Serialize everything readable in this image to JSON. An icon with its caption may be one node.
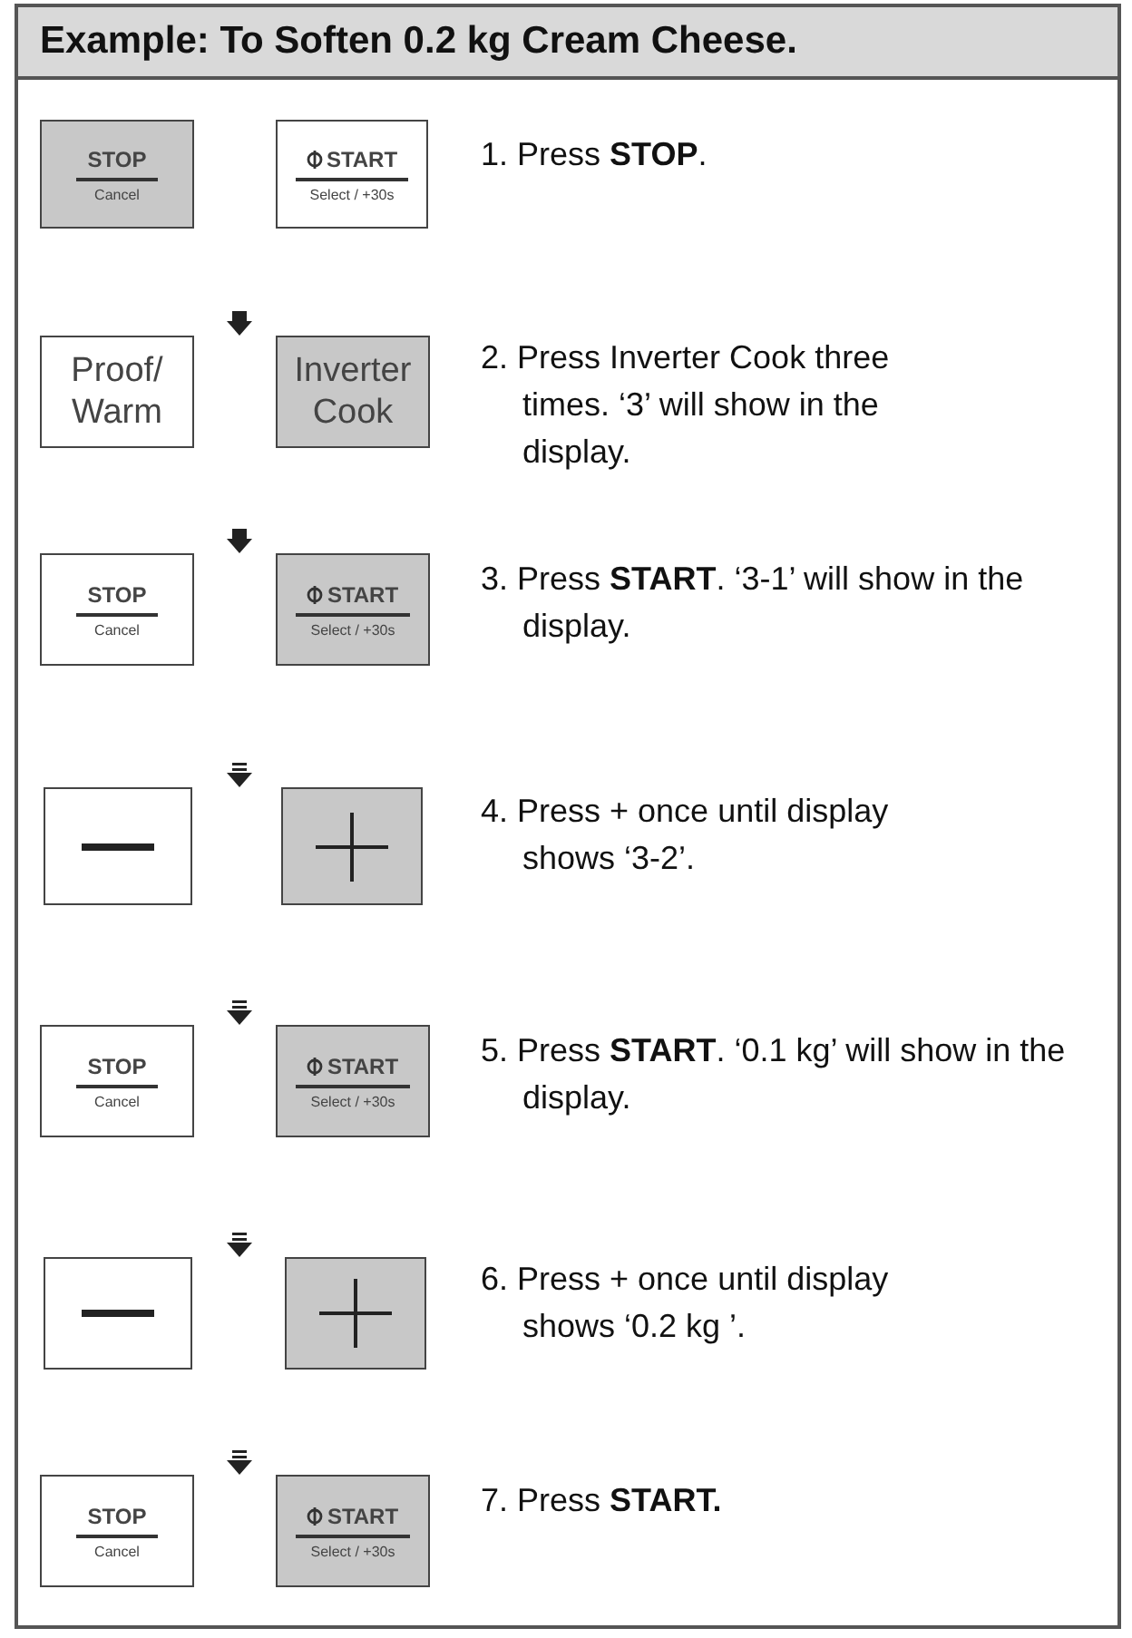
{
  "diagram": {
    "title": "Example: To Soften 0.2 kg Cream Cheese.",
    "nodes": [
      {
        "text": [
          "1. Press **STOP**."
        ]
      },
      {
        "text": [
          "STOP",
          "Cancel"
        ],
        "in": 0
      },
      {
        "text": [
          "START",
          "Select / +30s"
        ],
        "in": 0
      },
      {
        "text": [
          "2. Press Inverter Cook three times. ‘3’ will show in the display."
        ]
      },
      {
        "text": [
          "Proof/ Warm"
        ],
        "in": 3
      },
      {
        "text": [
          "Inverter Cook"
        ],
        "in": 3
      },
      {
        "text": [
          "3. Press **START**. ‘3-1’ will show in the display."
        ]
      },
      {
        "text": [
          "STOP",
          "Cancel"
        ],
        "in": 6
      },
      {
        "text": [
          "START",
          "Select / +30s"
        ],
        "in": 6
      },
      {
        "text": [
          "4. Press + once until display shows ‘3-2’."
        ]
      },
      {
        "text": [],
        "shape": "box",
        "in": 9
      },
      {
        "text": [],
        "shape": "box",
        "in": 9
      },
      {
        "text": [
          "5. Press **START**. ‘0.1 kg’ will show in the display."
        ]
      },
      {
        "text": [
          "STOP",
          "Cancel"
        ],
        "in": 12
      },
      {
        "text": [
          "START",
          "Select / +30s"
        ],
        "in": 12
      },
      {
        "text": [
          "6. Press + once until display shows ‘0.2 kg ’."
        ]
      },
      {
        "text": [],
        "shape": "box",
        "in": 15
      },
      {
        "text": [],
        "shape": "box",
        "in": 15
      },
      {
        "text": [
          "7. Press **START.**"
        ]
      },
      {
        "text": [
          "STOP",
          "Cancel"
        ],
        "in": 18
      },
      {
        "text": [
          "START",
          "Select / +30s"
        ],
        "in": 18
      }
    ],
    "edges": [
      {
        "from": 0,
        "to": 3,
        "arrow": "to"
      },
      {
        "from": 3,
        "to": 6,
        "arrow": "to"
      },
      {
        "from": 6,
        "to": 9,
        "arrow": "to",
        "style": "dashed"
      },
      {
        "from": 9,
        "to": 12,
        "arrow": "to",
        "style": "dashed"
      },
      {
        "from": 12,
        "to": 15,
        "arrow": "to",
        "style": "dashed"
      },
      {
        "from": 15,
        "to": 18,
        "arrow": "to",
        "style": "dashed"
      }
    ]
  }
}
